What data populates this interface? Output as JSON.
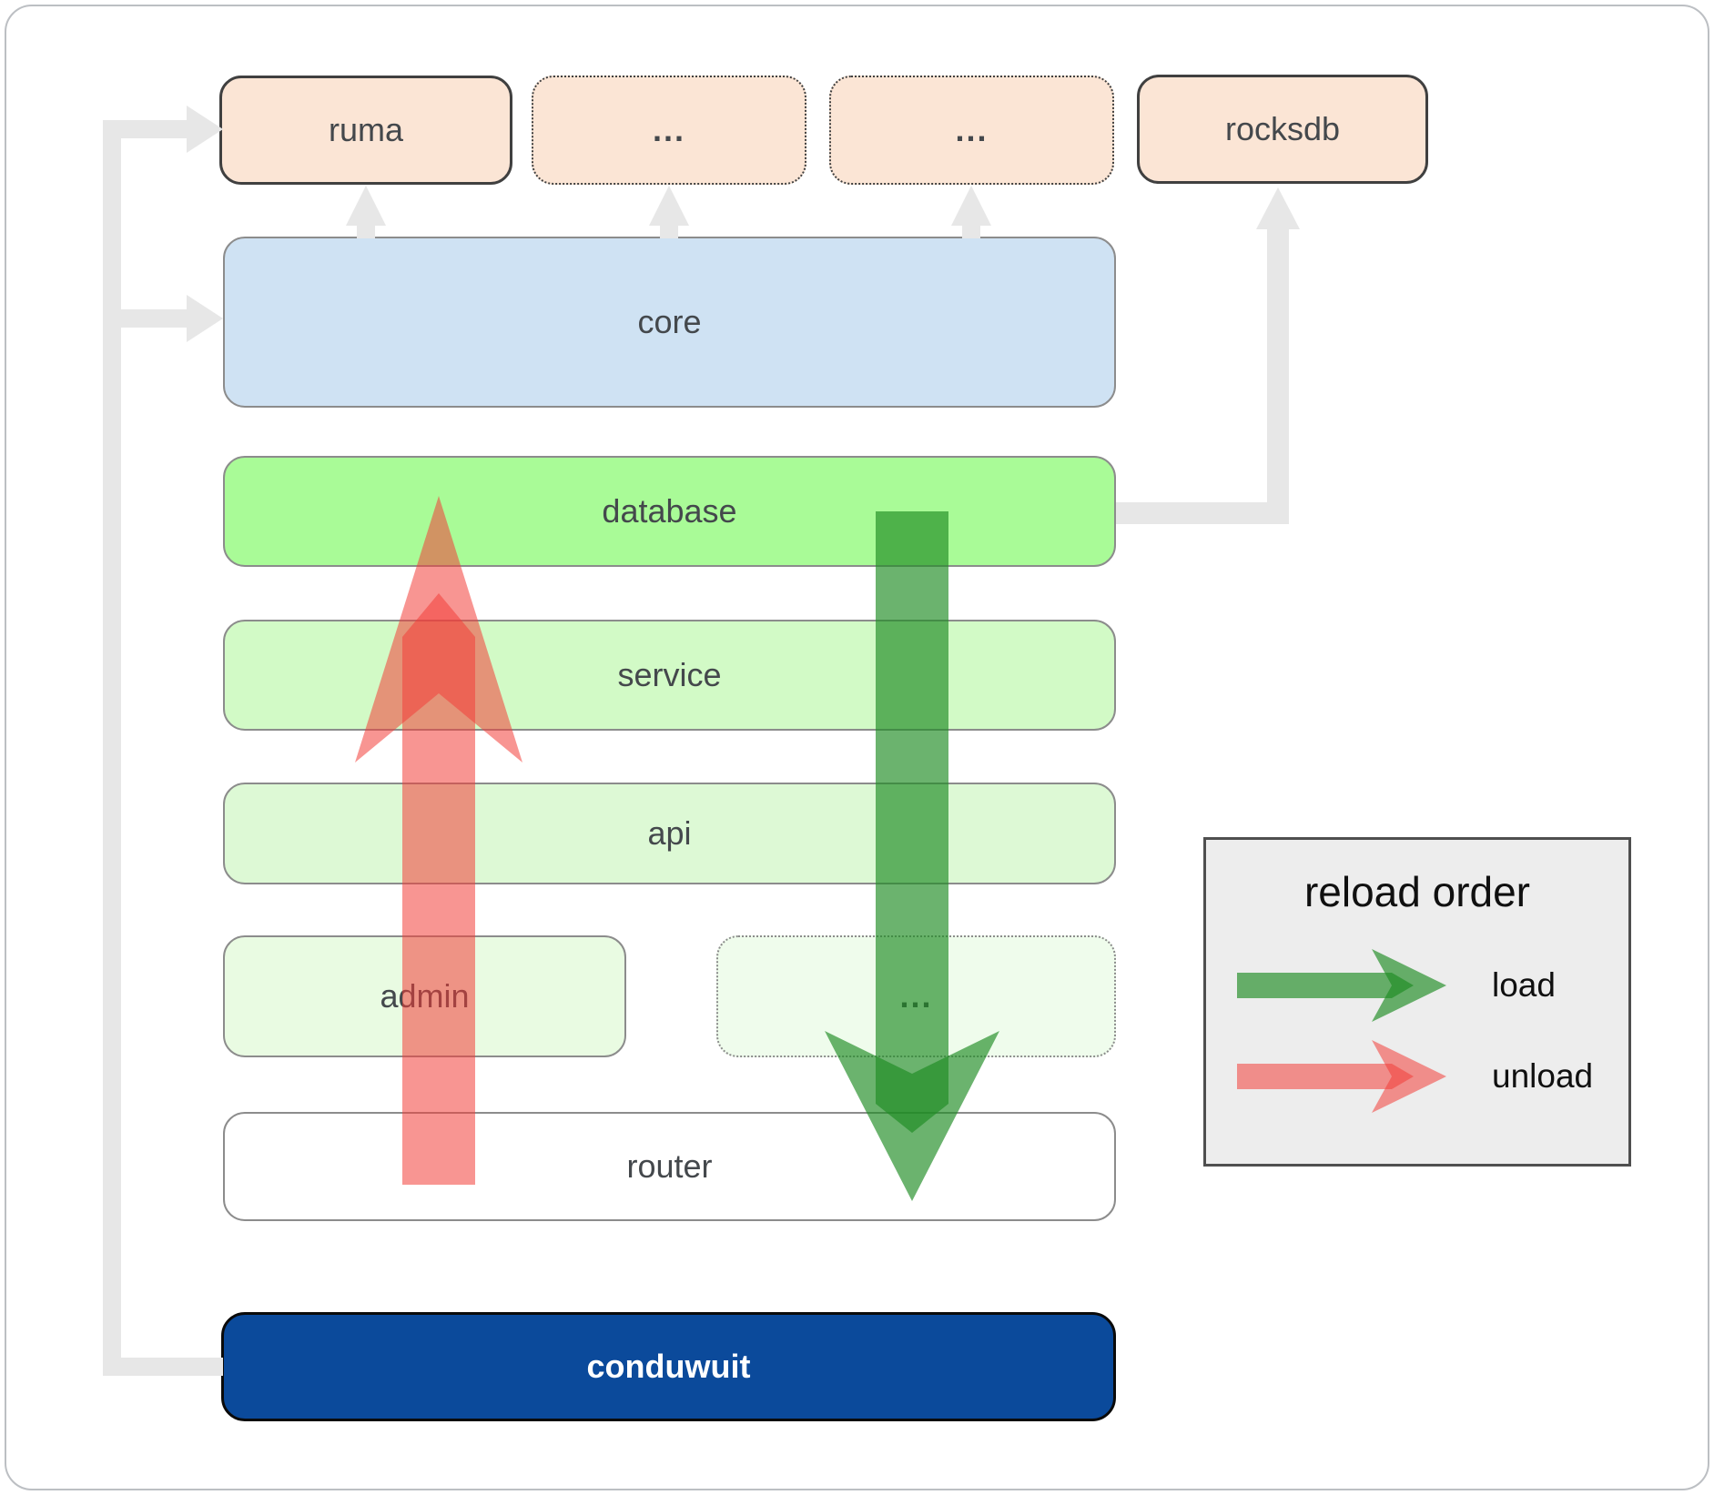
{
  "diagram": {
    "nodes": {
      "ruma": {
        "label": "ruma"
      },
      "crates_a": {
        "label": "..."
      },
      "crates_b": {
        "label": "..."
      },
      "rocksdb": {
        "label": "rocksdb"
      },
      "core": {
        "label": "core"
      },
      "database": {
        "label": "database"
      },
      "service": {
        "label": "service"
      },
      "api": {
        "label": "api"
      },
      "admin": {
        "label": "admin"
      },
      "more": {
        "label": "..."
      },
      "router": {
        "label": "router"
      },
      "conduwuit": {
        "label": "conduwuit"
      }
    },
    "arrows": {
      "load_icon": "green-down-arrow",
      "unload_icon": "red-up-arrow",
      "connector_icon": "gray-elbow-arrow"
    }
  },
  "legend": {
    "title": "reload order",
    "items": [
      {
        "icon": "green-right-arrow",
        "label": "load"
      },
      {
        "icon": "red-right-arrow",
        "label": "unload"
      }
    ]
  },
  "colors": {
    "dependency_box": "#fbe5d5",
    "core_box": "#cfe2f3",
    "database_box": "#a9fb97",
    "service_box": "#d2fac6",
    "api_box": "#ddf9d5",
    "admin_box": "#e9fbe2",
    "more_box": "#effcec",
    "router_box": "#ffffff",
    "conduwuit_box": "#0b4a9b",
    "conduwuit_text": "#ffffff",
    "load_arrow": "#1e8c23",
    "unload_arrow": "#f23e38",
    "connector": "#e7e7e7",
    "legend_bg": "#ededed",
    "label_text": "#44484c"
  }
}
